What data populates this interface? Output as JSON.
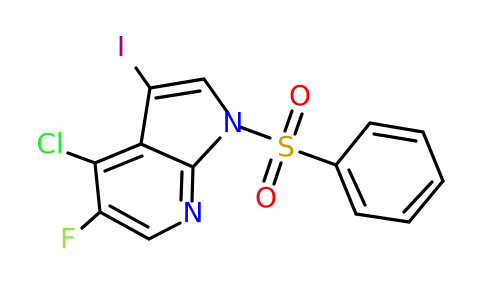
{
  "atoms": {
    "iodine": {
      "label": "I",
      "color": "#940094"
    },
    "chlorine": {
      "label": "Cl",
      "color": "#1FF01F"
    },
    "fluorine": {
      "label": "F",
      "color": "#90E050"
    },
    "nitrogen_pyrrole": {
      "label": "N",
      "color": "#0000FF"
    },
    "nitrogen_pyridine": {
      "label": "N",
      "color": "#0000FF"
    },
    "sulfur": {
      "label": "S",
      "color": "#C8A000"
    },
    "oxygen_top": {
      "label": "O",
      "color": "#FF0000"
    },
    "oxygen_bottom": {
      "label": "O",
      "color": "#FF0000"
    }
  }
}
